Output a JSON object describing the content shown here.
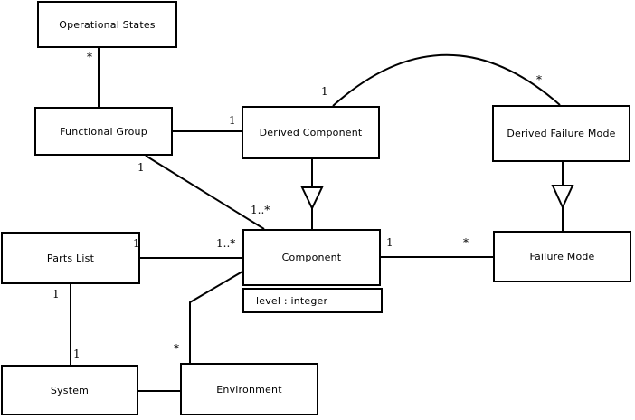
{
  "diagram_type": "uml-class-diagram",
  "colors": {
    "background": "#ffffff",
    "box_fill": "#ffffff",
    "line": "#000000",
    "text": "#000000"
  },
  "classes": [
    {
      "id": "operational-states",
      "label": "Operational States"
    },
    {
      "id": "functional-group",
      "label": "Functional Group"
    },
    {
      "id": "derived-component",
      "label": "Derived Component"
    },
    {
      "id": "derived-failure-mode",
      "label": "Derived Failure Mode"
    },
    {
      "id": "parts-list",
      "label": "Parts List"
    },
    {
      "id": "component",
      "label": "Component",
      "attribute": "level : integer"
    },
    {
      "id": "failure-mode",
      "label": "Failure Mode"
    },
    {
      "id": "system",
      "label": "System"
    },
    {
      "id": "environment",
      "label": "Environment"
    }
  ],
  "edges": [
    {
      "type": "association",
      "from": "operational-states",
      "to": "functional-group",
      "from_mult": "*"
    },
    {
      "type": "association",
      "from": "functional-group",
      "to": "derived-component",
      "to_mult": "1"
    },
    {
      "type": "association",
      "from": "functional-group",
      "to": "component",
      "from_mult": "1",
      "to_mult": "1..*"
    },
    {
      "type": "association",
      "from": "derived-component",
      "to": "derived-failure-mode",
      "from_mult": "1",
      "to_mult": "*"
    },
    {
      "type": "generalization",
      "from": "derived-component",
      "to": "component"
    },
    {
      "type": "generalization",
      "from": "derived-failure-mode",
      "to": "failure-mode"
    },
    {
      "type": "association",
      "from": "parts-list",
      "to": "component",
      "from_mult": "1",
      "to_mult": "1..*"
    },
    {
      "type": "association",
      "from": "component",
      "to": "failure-mode",
      "from_mult": "1",
      "to_mult": "*"
    },
    {
      "type": "association",
      "from": "component",
      "to": "environment",
      "to_mult": "*"
    },
    {
      "type": "association",
      "from": "parts-list",
      "to": "system",
      "from_mult": "1",
      "to_mult": "1"
    },
    {
      "type": "association",
      "from": "system",
      "to": "environment"
    }
  ]
}
